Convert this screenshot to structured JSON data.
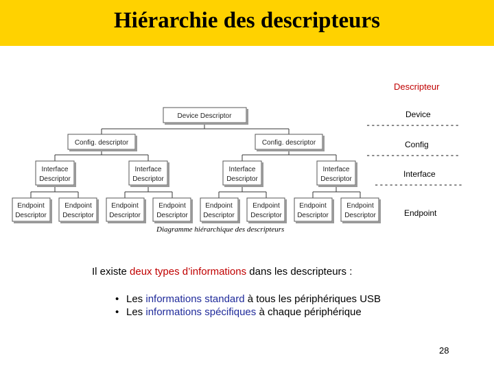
{
  "title": "Hiérarchie des descripteurs",
  "diagram": {
    "root": "Device Descriptor",
    "configs": [
      "Config. descriptor",
      "Config. descriptor"
    ],
    "interfaces": [
      [
        "Interface",
        "Descriptor"
      ],
      [
        "Interface",
        "Descriptor"
      ],
      [
        "Interface",
        "Descriptor"
      ],
      [
        "Interface",
        "Descriptor"
      ]
    ],
    "endpoints": [
      [
        "Endpoint",
        "Descriptor"
      ],
      [
        "Endpoint",
        "Descriptor"
      ],
      [
        "Endpoint",
        "Descriptor"
      ],
      [
        "Endpoint",
        "Descriptor"
      ],
      [
        "Endpoint",
        "Descriptor"
      ],
      [
        "Endpoint",
        "Descriptor"
      ],
      [
        "Endpoint",
        "Descriptor"
      ],
      [
        "Endpoint",
        "Descriptor"
      ]
    ],
    "caption": "Diagramme hiérarchique des descripteurs"
  },
  "side": {
    "heading": "Descripteur",
    "levels": [
      "Device",
      "Config",
      "Interface",
      "Endpoint"
    ],
    "separator": "-------------------",
    "separator_short": "------------------"
  },
  "text": {
    "intro_before": "Il existe ",
    "intro_emph": "deux types d’informations",
    "intro_after": " dans les descripteurs :",
    "b1_before": "Les ",
    "b1_emph": "informations standard",
    "b1_after": " à tous les périphériques USB",
    "b2_before": "Les ",
    "b2_emph": "informations spécifiques",
    "b2_after": " à chaque périphérique",
    "bullet_char": "•"
  },
  "page_number": "28"
}
